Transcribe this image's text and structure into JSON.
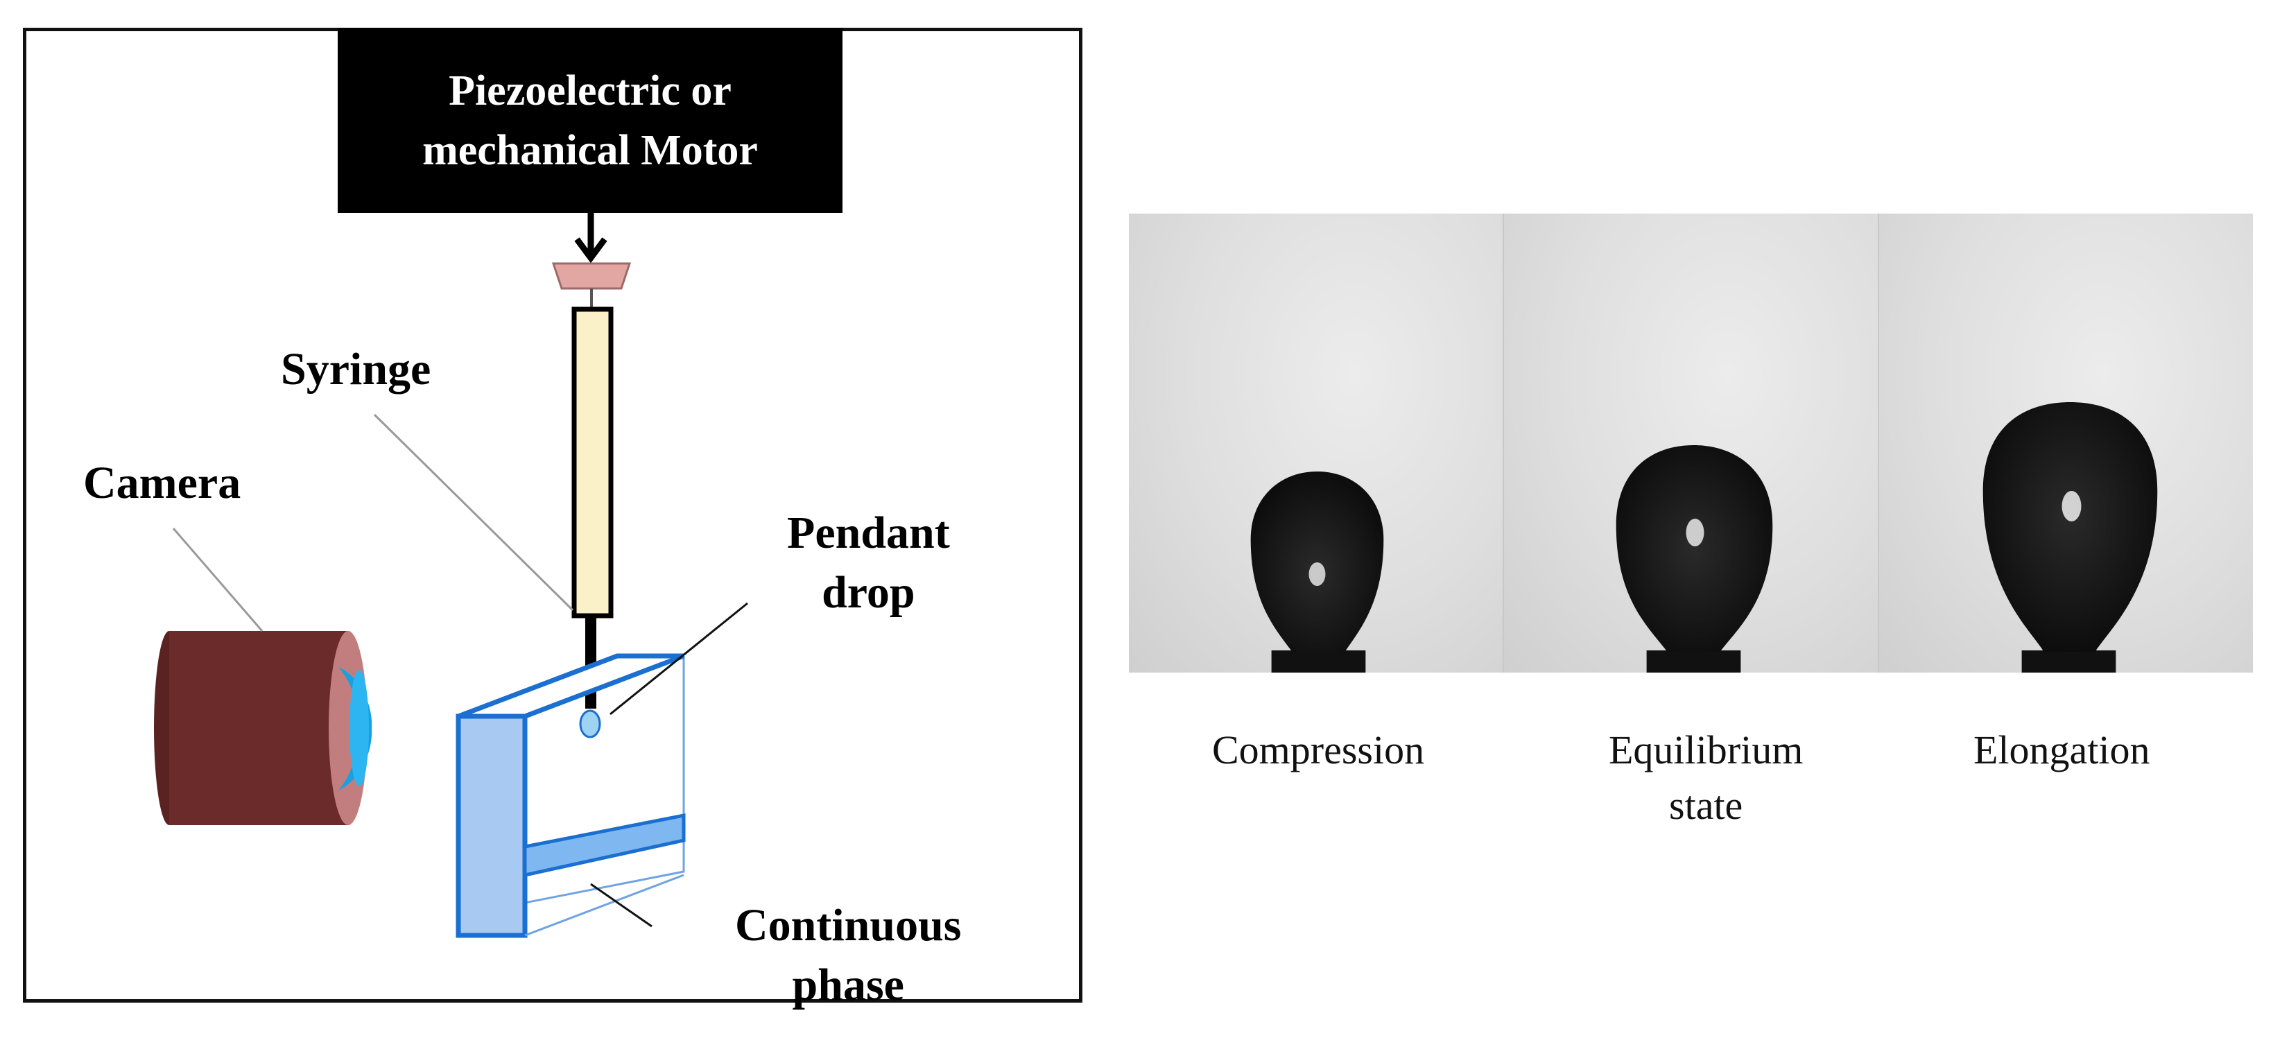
{
  "diagram": {
    "motor_line1": "Piezoelectric or",
    "motor_line2": "mechanical Motor",
    "syringe": "Syringe",
    "camera": "Camera",
    "pendant_line1": "Pendant",
    "pendant_line2": "drop",
    "continuous_line1": "Continuous",
    "continuous_line2": "phase"
  },
  "photos": {
    "captions": [
      "Compression",
      "Equilibrium",
      "state",
      "Elongation"
    ]
  },
  "colors": {
    "camera_body": "#6b2b2b",
    "camera_rim": "#c27e7e",
    "lens": "#1aa0e0",
    "cuvette_edge": "#1a6fd0",
    "cuvette_fill": "#a8c9f2",
    "syringe_barrel": "#fbf1c8",
    "plunger_cap": "#e3a7a3",
    "drop": "#111111"
  }
}
